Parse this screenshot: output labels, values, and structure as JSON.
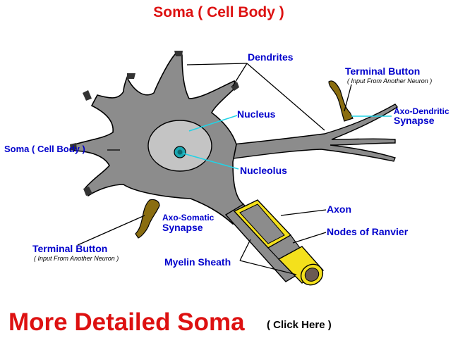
{
  "title": "Soma ( Cell Body )",
  "labels": {
    "dendrites": "Dendrites",
    "nucleus": "Nucleus",
    "nucleolus": "Nucleolus",
    "soma": "Soma ( Cell Body )",
    "terminal_button_top": "Terminal Button",
    "terminal_button_top_sub": "( Input From Another Neuron )",
    "axo_dendritic_1": "Axo-Dendritic",
    "axo_dendritic_2": "Synapse",
    "axo_somatic_1": "Axo-Somatic",
    "axo_somatic_2": "Synapse",
    "terminal_button_bottom": "Terminal Button",
    "terminal_button_bottom_sub": "( Input From Another Neuron )",
    "axon": "Axon",
    "nodes_of_ranvier": "Nodes of Ranvier",
    "myelin_sheath": "Myelin Sheath"
  },
  "link": {
    "main": "More Detailed Soma",
    "hint": "( Click Here )"
  },
  "colors": {
    "title_red": "#dd1111",
    "label_blue": "#0000cc",
    "cell_gray": "#8c8c8c",
    "nucleus_gray": "#c4c4c4",
    "nucleolus_teal": "#1aa6b0",
    "myelin_yellow": "#f4e01c",
    "terminal_brown": "#8a6d10",
    "pointer_cyan": "#22d3e6"
  }
}
